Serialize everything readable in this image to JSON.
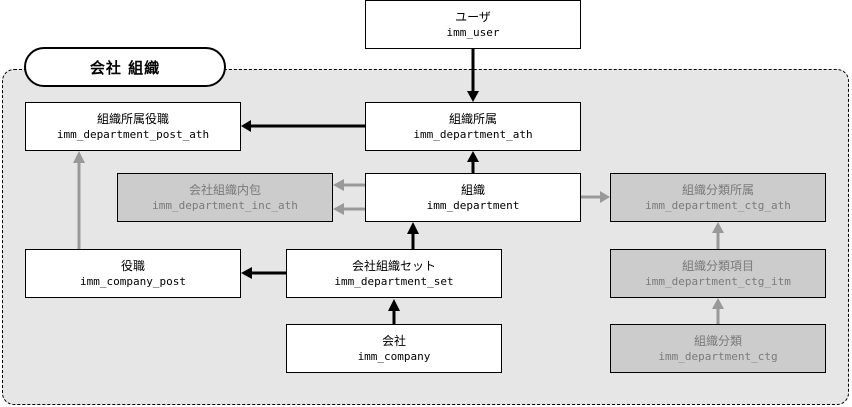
{
  "group": {
    "label": "会社 組織"
  },
  "nodes": {
    "user": {
      "jp": "ユーザ",
      "en": "imm_user"
    },
    "department_ath": {
      "jp": "組織所属",
      "en": "imm_department_ath"
    },
    "department_post_ath": {
      "jp": "組織所属役職",
      "en": "imm_department_post_ath"
    },
    "department_inc_ath": {
      "jp": "会社組織内包",
      "en": "imm_department_inc_ath"
    },
    "department": {
      "jp": "組織",
      "en": "imm_department"
    },
    "department_ctg_ath": {
      "jp": "組織分類所属",
      "en": "imm_department_ctg_ath"
    },
    "company_post": {
      "jp": "役職",
      "en": "imm_company_post"
    },
    "department_set": {
      "jp": "会社組織セット",
      "en": "imm_department_set"
    },
    "department_ctg_itm": {
      "jp": "組織分類項目",
      "en": "imm_department_ctg_itm"
    },
    "company": {
      "jp": "会社",
      "en": "imm_company"
    },
    "department_ctg": {
      "jp": "組織分類",
      "en": "imm_department_ctg"
    }
  },
  "colors": {
    "primary_edge": "#000000",
    "secondary_edge": "#999999",
    "secondary_node_fill": "#cccccc",
    "secondary_node_text": "#7a7a7a",
    "group_fill": "#e6e6e6"
  }
}
